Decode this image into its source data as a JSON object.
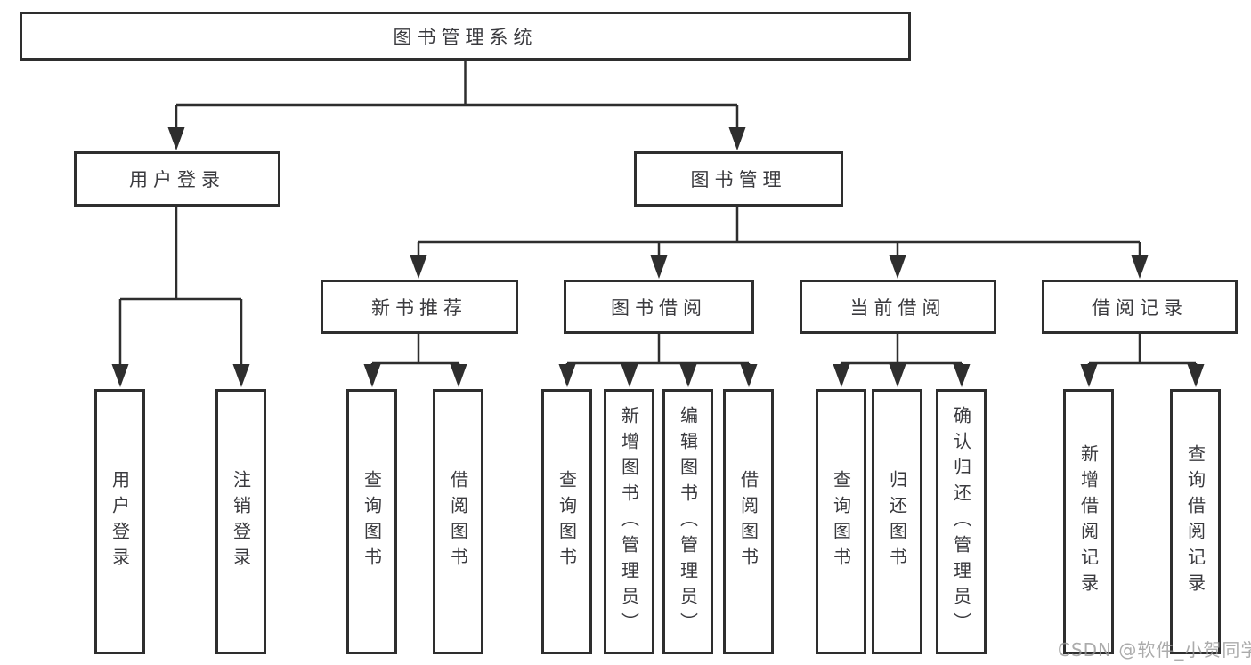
{
  "diagram": {
    "root": {
      "label": "图书管理系统"
    },
    "branches": [
      {
        "label": "用户登录",
        "children": [
          {
            "label": "用户登录"
          },
          {
            "label": "注销登录"
          }
        ]
      },
      {
        "label": "图书管理",
        "children": [
          {
            "label": "新书推荐",
            "children": [
              {
                "label": "查询图书"
              },
              {
                "label": "借阅图书"
              }
            ]
          },
          {
            "label": "图书借阅",
            "children": [
              {
                "label": "查询图书"
              },
              {
                "label": "新增图书（管理员）"
              },
              {
                "label": "编辑图书（管理员）"
              },
              {
                "label": "借阅图书"
              }
            ]
          },
          {
            "label": "当前借阅",
            "children": [
              {
                "label": "查询图书"
              },
              {
                "label": "归还图书"
              },
              {
                "label": "确认归还（管理员）"
              }
            ]
          },
          {
            "label": "借阅记录",
            "children": [
              {
                "label": "新增借阅记录"
              },
              {
                "label": "查询借阅记录"
              }
            ]
          }
        ]
      }
    ]
  },
  "watermark": {
    "text": "CSDN @软件_小贺同学"
  },
  "colors": {
    "line": "#2e2e2e",
    "text": "#3a3a3e",
    "watermark": "#969696",
    "background": "#ffffff"
  }
}
